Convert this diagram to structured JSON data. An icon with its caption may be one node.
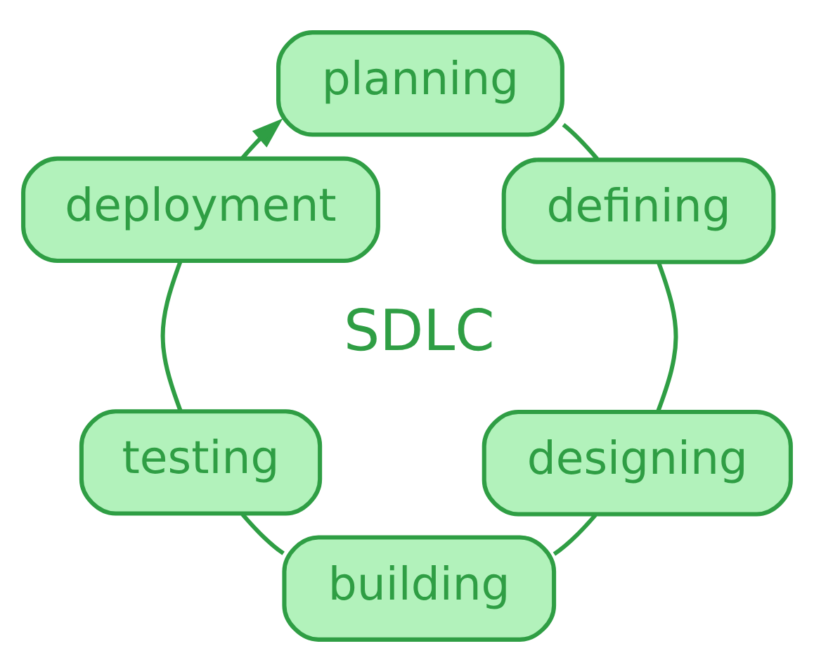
{
  "diagram": {
    "nodes": [
      {
        "text": [
          "planning"
        ]
      },
      {
        "text": [
          "defining"
        ]
      },
      {
        "text": [
          "designing"
        ]
      },
      {
        "text": [
          "building"
        ]
      },
      {
        "text": [
          "testing"
        ]
      },
      {
        "text": [
          "deployment"
        ]
      }
    ],
    "edges": [
      {
        "from": 0,
        "to": 1,
        "arrow": "none"
      },
      {
        "from": 1,
        "to": 2,
        "arrow": "none"
      },
      {
        "from": 2,
        "to": 3,
        "arrow": "none"
      },
      {
        "from": 3,
        "to": 4,
        "arrow": "none"
      },
      {
        "from": 4,
        "to": 5,
        "arrow": "none"
      },
      {
        "from": 5,
        "to": 0,
        "arrow": "to"
      }
    ],
    "labels": [
      "SDLC"
    ]
  }
}
